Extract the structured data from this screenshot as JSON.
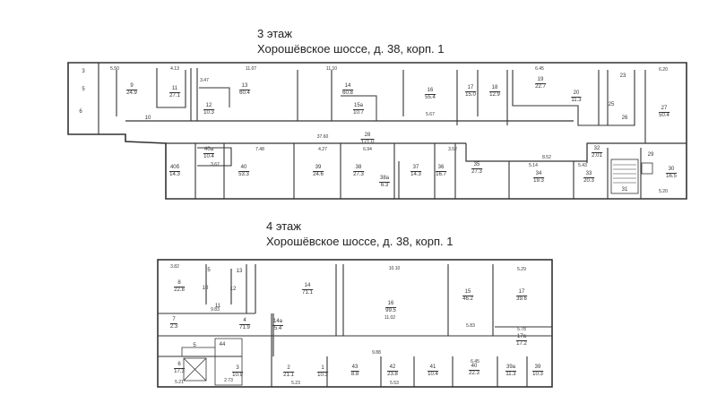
{
  "floor3": {
    "label": "3 этаж",
    "address": "Хорошёвское шоссе,  д. 38, корп. 1",
    "rooms": [
      {
        "num": "3",
        "area": ""
      },
      {
        "num": "5",
        "area": ""
      },
      {
        "num": "6",
        "area": ""
      },
      {
        "num": "9",
        "area": "24.9"
      },
      {
        "num": "10",
        "area": ""
      },
      {
        "num": "11",
        "area": "27.1"
      },
      {
        "num": "12",
        "area": "10.3"
      },
      {
        "num": "13",
        "area": "60.4"
      },
      {
        "num": "14",
        "area": "60.8"
      },
      {
        "num": "15а",
        "area": "10.7"
      },
      {
        "num": "16",
        "area": "55.4"
      },
      {
        "num": "17",
        "area": "15.0"
      },
      {
        "num": "18",
        "area": "12.9"
      },
      {
        "num": "19",
        "area": "22.7"
      },
      {
        "num": "20",
        "area": "11.3"
      },
      {
        "num": "23",
        "area": ""
      },
      {
        "num": "25",
        "area": ""
      },
      {
        "num": "26",
        "area": ""
      },
      {
        "num": "27",
        "area": "50.4"
      },
      {
        "num": "28",
        "area": "171.0"
      },
      {
        "num": "40б",
        "area": "14.3"
      },
      {
        "num": "40а",
        "area": "10.4"
      },
      {
        "num": "40",
        "area": "53.3"
      },
      {
        "num": "39",
        "area": "24.6"
      },
      {
        "num": "38",
        "area": "27.3"
      },
      {
        "num": "38а",
        "area": "6.3"
      },
      {
        "num": "37",
        "area": "14.3"
      },
      {
        "num": "36",
        "area": "16.7"
      },
      {
        "num": "35",
        "area": "27.3"
      },
      {
        "num": "34",
        "area": "19.3"
      },
      {
        "num": "33",
        "area": "20.3"
      },
      {
        "num": "32",
        "area": "2.01"
      },
      {
        "num": "31",
        "area": ""
      },
      {
        "num": "29",
        "area": ""
      },
      {
        "num": "30",
        "area": "16.5"
      }
    ],
    "dimensions": [
      "5.50",
      "4.13",
      "11.07",
      "11.10",
      "6.45",
      "6.20",
      "37.60",
      "7.48",
      "4.27",
      "6.94",
      "3.52",
      "8.52",
      "5.14",
      "5.43",
      "5.20",
      "5.67",
      "3.67",
      "3.47"
    ]
  },
  "floor4": {
    "label": "4 этаж",
    "address": "Хорошёвское шоссе,  д. 38, корп. 1",
    "rooms": [
      {
        "num": "8",
        "area": "22.8"
      },
      {
        "num": "5",
        "area": ""
      },
      {
        "num": "13",
        "area": ""
      },
      {
        "num": "10",
        "area": ""
      },
      {
        "num": "12",
        "area": ""
      },
      {
        "num": "11",
        "area": ""
      },
      {
        "num": "7",
        "area": "2.3"
      },
      {
        "num": "4",
        "area": "71.9"
      },
      {
        "num": "14",
        "area": "71.1"
      },
      {
        "num": "14а",
        "area": "5.4"
      },
      {
        "num": "16",
        "area": "99.5"
      },
      {
        "num": "15",
        "area": "46.2"
      },
      {
        "num": "17",
        "area": "39.6"
      },
      {
        "num": "17а",
        "area": "17.2"
      },
      {
        "num": "6",
        "area": "17.3"
      },
      {
        "num": "5",
        "area": ""
      },
      {
        "num": "44",
        "area": ""
      },
      {
        "num": "3",
        "area": "10.9"
      },
      {
        "num": "2",
        "area": "21.1"
      },
      {
        "num": "1",
        "area": "10.3"
      },
      {
        "num": "43",
        "area": "8.8"
      },
      {
        "num": "42",
        "area": "23.8"
      },
      {
        "num": "41",
        "area": "10.4"
      },
      {
        "num": "40",
        "area": "22.3"
      },
      {
        "num": "39а",
        "area": "11.3"
      },
      {
        "num": "39",
        "area": "10.3"
      }
    ],
    "dimensions": [
      "3.82",
      "9.83",
      "10.10",
      "5.29",
      "9.88",
      "11.02",
      "5.83",
      "5.78",
      "5.21",
      "2.73",
      "5.23",
      "6.45",
      "5.53"
    ]
  }
}
